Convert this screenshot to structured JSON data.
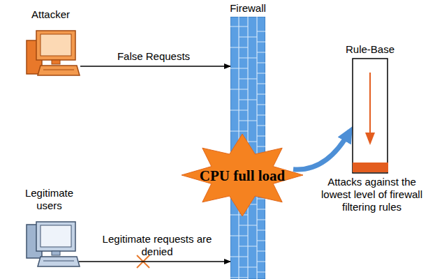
{
  "diagram": {
    "nodes": [
      {
        "text": [
          "Attacker"
        ]
      },
      {
        "text": [
          "Firewall"
        ]
      },
      {
        "text": [
          "CPU full load"
        ]
      },
      {
        "text": [
          "Rule-Base"
        ]
      },
      {
        "text": [
          "Legitimate users"
        ]
      }
    ],
    "edges": [
      {
        "from": 0,
        "to": 1,
        "label": "False Requests",
        "arrow": "to"
      },
      {
        "from": 4,
        "to": 1,
        "label": "Legitimate requests are denied",
        "arrow": "to"
      },
      {
        "from": 2,
        "to": 3,
        "arrow": "to"
      }
    ],
    "labels": [
      "Attacks against the lowest level of firewall filtering rules"
    ]
  }
}
